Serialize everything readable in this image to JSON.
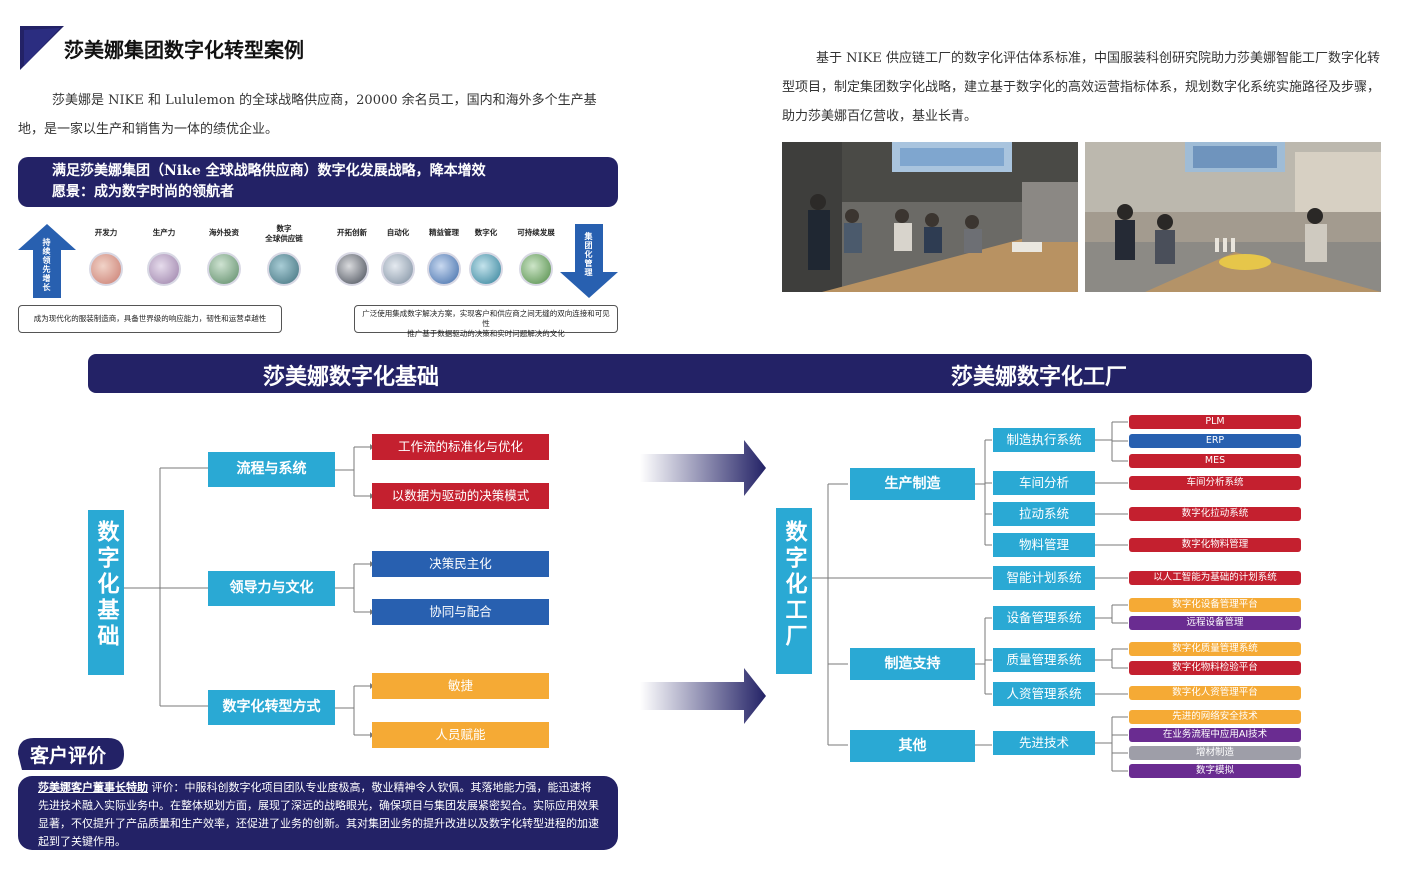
{
  "header": {
    "title": "莎美娜集团数字化转型案例",
    "intro": "莎美娜是 NIKE 和 Lululemon 的全球战略供应商，20000 余名员工，国内和海外多个生产基地，是一家以生产和销售为一体的绩优企业。"
  },
  "goal": {
    "line1": "满足莎美娜集团（Nike 全球战略供应商）数字化发展战略，降本增效",
    "line2": "愿景：成为数字时尚的领航者"
  },
  "arrows": {
    "up_label": "持续领先增长",
    "down_label": "集团化管理"
  },
  "icons_left": [
    {
      "label": "开发力",
      "color": "#c97b6f"
    },
    {
      "label": "生产力",
      "color": "#9a7fa8"
    },
    {
      "label": "海外投资",
      "color": "#5b8a66"
    },
    {
      "label": "数字\n全球供应链",
      "color": "#3f6f7c"
    }
  ],
  "icons_right": [
    {
      "label": "开拓创新",
      "color": "#444a55"
    },
    {
      "label": "自动化",
      "color": "#7d8ea0"
    },
    {
      "label": "精益管理",
      "color": "#3d6aa8"
    },
    {
      "label": "数字化",
      "color": "#2f7f98"
    },
    {
      "label": "可持续发展",
      "color": "#4e8a44"
    }
  ],
  "notes": {
    "left": "成为现代化的服装制造商，具备世界级的响应能力，韧性和运营卓越性",
    "right": "广泛使用集成数字解决方案，实现客户和供应商之间无缝的双向连接和可见性\n推广基于数据驱动的决策和实时问题解决的文化"
  },
  "right_para": "基于 NIKE 供应链工厂的数字化评估体系标准，中国服装科创研究院助力莎美娜智能工厂数字化转型项目，制定集团数字化战略，建立基于数字化的高效运营指标体系，规划数字化系统实施路径及步骤，助力莎美娜百亿营收，基业长青。",
  "banner": {
    "left": "莎美娜数字化基础",
    "right": "莎美娜数字化工厂"
  },
  "foundation": {
    "root": "数字化基础",
    "branches": [
      {
        "label": "流程与系统",
        "leaves": [
          {
            "label": "工作流的标准化与优化",
            "color": "red"
          },
          {
            "label": "以数据为驱动的决策模式",
            "color": "red"
          }
        ]
      },
      {
        "label": "领导力与文化",
        "leaves": [
          {
            "label": "决策民主化",
            "color": "blue"
          },
          {
            "label": "协同与配合",
            "color": "blue"
          }
        ]
      },
      {
        "label": "数字化转型方式",
        "leaves": [
          {
            "label": "敏捷",
            "color": "orange"
          },
          {
            "label": "人员赋能",
            "color": "orange"
          }
        ]
      }
    ]
  },
  "factory": {
    "root": "数字化工厂",
    "l2": {
      "production": "生产制造",
      "support": "制造支持",
      "other": "其他"
    },
    "mid": {
      "mes": "制造执行系统",
      "workshop": "车间分析",
      "pull": "拉动系统",
      "material": "物料管理",
      "plan": "智能计划系统",
      "equipment": "设备管理系统",
      "quality": "质量管理系统",
      "hr": "人资管理系统",
      "advanced": "先进技术"
    },
    "leaves": {
      "plm": "PLM",
      "erp": "ERP",
      "mes": "MES",
      "workshop": "车间分析系统",
      "pull": "数字化拉动系统",
      "material": "数字化物料管理",
      "plan": "以人工智能为基础的计划系统",
      "equip1": "数字化设备管理平台",
      "equip2": "远程设备管理",
      "quality1": "数字化质量管理系统",
      "quality2": "数字化物料检验平台",
      "hr": "数字化人资管理平台",
      "adv1": "先进的网络安全技术",
      "adv2": "在业务流程中应用AI技术",
      "adv3": "增材制造",
      "adv4": "数字模拟"
    }
  },
  "review": {
    "tag": "客户评价",
    "who": "莎美娜客户董事长特助",
    "text": "评价：中服科创数字化项目团队专业度极高，敬业精神令人钦佩。其落地能力强，能迅速将先进技术融入实际业务中。在整体规划方面，展现了深远的战略眼光，确保项目与集团发展紧密契合。实际应用效果显著，不仅提升了产品质量和生产效率，还促进了业务的创新。其对集团业务的提升改进以及数字化转型进程的加速起到了关键作用。"
  },
  "colors": {
    "navy": "#232266",
    "cyan": "#2aa9d4",
    "red": "#c4202f",
    "blue": "#2860b0",
    "orange": "#f5aa35",
    "purple": "#6a2c91",
    "gray": "#9e9ea8"
  }
}
